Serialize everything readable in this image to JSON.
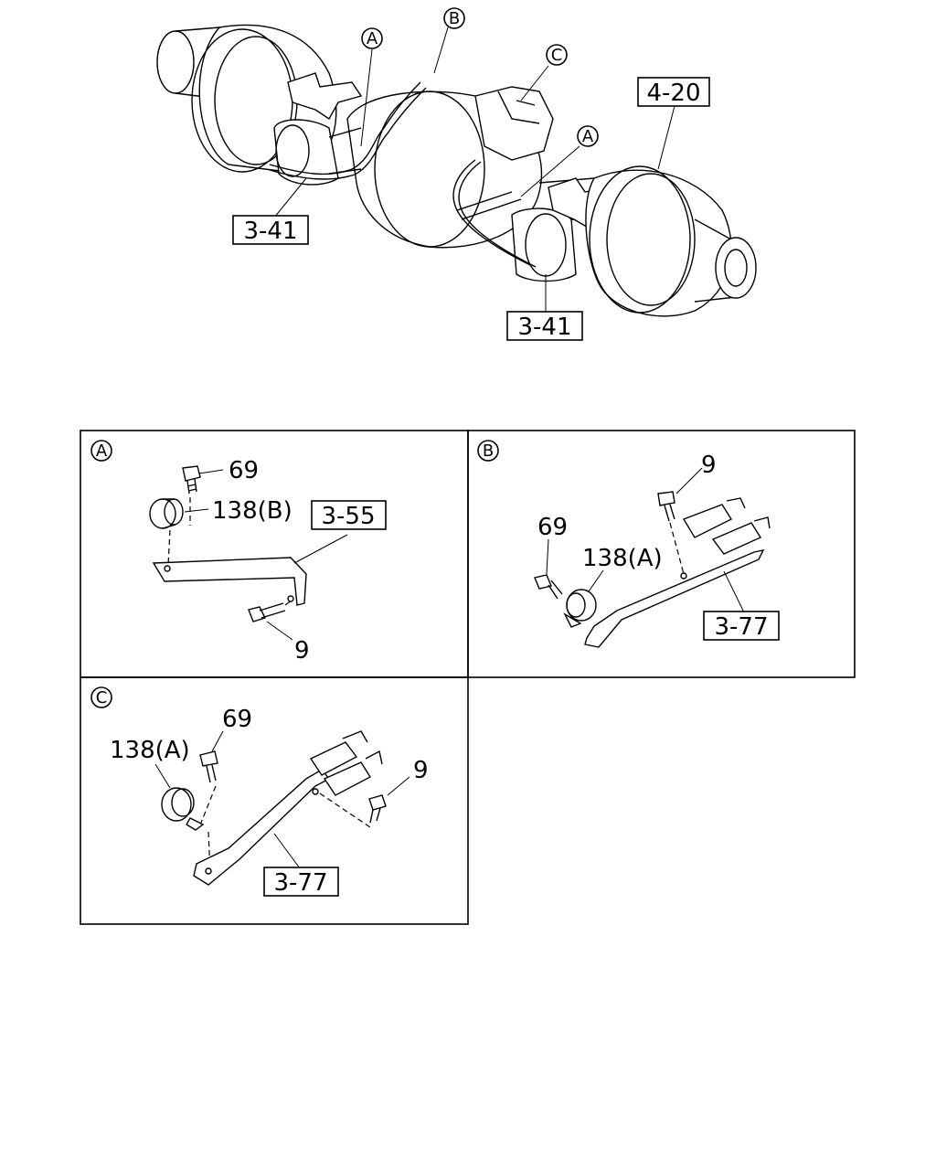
{
  "main_diagram": {
    "refs": {
      "axle_top": "4-20",
      "hub_left": "3-41",
      "hub_right": "3-41"
    },
    "callouts": [
      "A",
      "B",
      "C",
      "A"
    ]
  },
  "panels": {
    "a": {
      "letter": "A",
      "parts": {
        "bolt_top": "69",
        "clip": "138(B)",
        "bolt_bottom": "9"
      },
      "ref": "3-55"
    },
    "b": {
      "letter": "B",
      "parts": {
        "bolt_top": "9",
        "bolt_left": "69",
        "clip": "138(A)"
      },
      "ref": "3-77"
    },
    "c": {
      "letter": "C",
      "parts": {
        "clip": "138(A)",
        "bolt_top": "69",
        "bolt_right": "9"
      },
      "ref": "3-77"
    }
  }
}
